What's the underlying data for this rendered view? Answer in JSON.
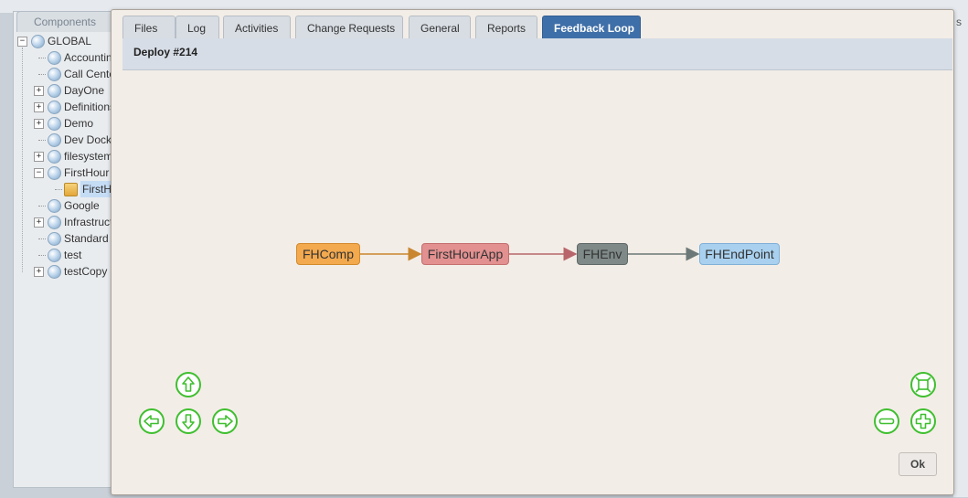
{
  "background": {
    "panel_tab": "Components",
    "right_fragment": "s",
    "tree": [
      {
        "label": "GLOBAL",
        "expander": "−",
        "level": 0
      },
      {
        "label": "Accounting",
        "expander": "",
        "level": 1
      },
      {
        "label": "Call Center",
        "expander": "",
        "level": 1
      },
      {
        "label": "DayOne",
        "expander": "+",
        "level": 1
      },
      {
        "label": "Definitions",
        "expander": "+",
        "level": 1
      },
      {
        "label": "Demo",
        "expander": "+",
        "level": 1
      },
      {
        "label": "Dev Docker",
        "expander": "",
        "level": 1
      },
      {
        "label": "filesystem",
        "expander": "+",
        "level": 1
      },
      {
        "label": "FirstHour",
        "expander": "−",
        "level": 1
      },
      {
        "label": "FirstHourApp",
        "expander": "",
        "level": 2,
        "selected": true
      },
      {
        "label": "Google",
        "expander": "",
        "level": 1
      },
      {
        "label": "Infrastructure",
        "expander": "+",
        "level": 1
      },
      {
        "label": "Standard",
        "expander": "",
        "level": 1
      },
      {
        "label": "test",
        "expander": "",
        "level": 1
      },
      {
        "label": "testCopy",
        "expander": "+",
        "level": 1
      }
    ]
  },
  "dialog": {
    "tabs": [
      "Files",
      "Log",
      "Activities",
      "Change Requests",
      "General",
      "Reports",
      "Feedback Loop"
    ],
    "active_tab": "Feedback Loop",
    "subheader": "Deploy #214",
    "ok_label": "Ok"
  },
  "graph": {
    "nodes": [
      {
        "label": "FHComp",
        "fill": "#f3a94e",
        "border": "#d28a2d"
      },
      {
        "label": "FirstHourApp",
        "fill": "#e39090",
        "border": "#c46f6f"
      },
      {
        "label": "FHEnv",
        "fill": "#7f8a88",
        "border": "#5f6a68"
      },
      {
        "label": "FHEndPoint",
        "fill": "#a9d1ef",
        "border": "#7fb0d8"
      }
    ],
    "edge_colors": [
      "#c9862f",
      "#b8666b",
      "#6b7877"
    ]
  },
  "controls": {
    "accent": "#3fbf2f",
    "icons": [
      "pan-up-icon",
      "pan-left-icon",
      "pan-down-icon",
      "pan-right-icon",
      "fit-to-screen-icon",
      "zoom-out-icon",
      "zoom-in-icon"
    ]
  }
}
